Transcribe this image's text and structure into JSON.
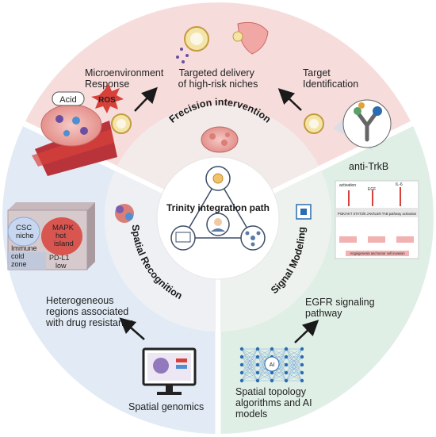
{
  "center": {
    "title": "Trinity integration path"
  },
  "sectors": {
    "intervention": {
      "title": "Frecision intervention",
      "label_microenv": [
        "Microenvironment",
        "Response"
      ],
      "label_targeted": [
        "Targeted delivery",
        "of high-risk niches"
      ],
      "label_target_id": [
        "Target",
        "Identification"
      ],
      "label_antibody": "anti-TrkB",
      "tag_acid": "Acid",
      "tag_ros": "ROS"
    },
    "recognition": {
      "title": "Spatial Recognition",
      "label_regions": [
        "Heterogeneous",
        "regions associated",
        "with drug resistance"
      ],
      "label_genomics": "Spatial genomics",
      "tissue_labels": {
        "csc": [
          "CSC",
          "niche"
        ],
        "mapk": [
          "MAPK",
          "hot",
          "island"
        ],
        "immune": [
          "Immune",
          "cold",
          "zone"
        ],
        "pdl1": [
          "PD-L1",
          "low"
        ]
      }
    },
    "modeling": {
      "title": "Signal Modeling",
      "label_egfr": [
        "EGFR signaling",
        "pathway"
      ],
      "label_ai": [
        "Spatial topology",
        "algorithms and AI",
        "models"
      ],
      "ai_badge": "AI",
      "pathway_header": "PI3K/AKT  STAT3/6  JAK/IL6/6  TAB pathway activation",
      "pathway_footer": "Angiogenesis and tumor cell invasion",
      "pathway_ligands": [
        "EGF",
        "IL-6"
      ],
      "pathway_top": "activation"
    }
  },
  "colors": {
    "intervention_bg": "#f7dcdc",
    "recognition_bg": "#e2ebf5",
    "modeling_bg": "#e0efe6",
    "ring_bg": "#f3f3f3",
    "tissue_red": "#d8413a",
    "accent_blue": "#2b6cb0"
  }
}
